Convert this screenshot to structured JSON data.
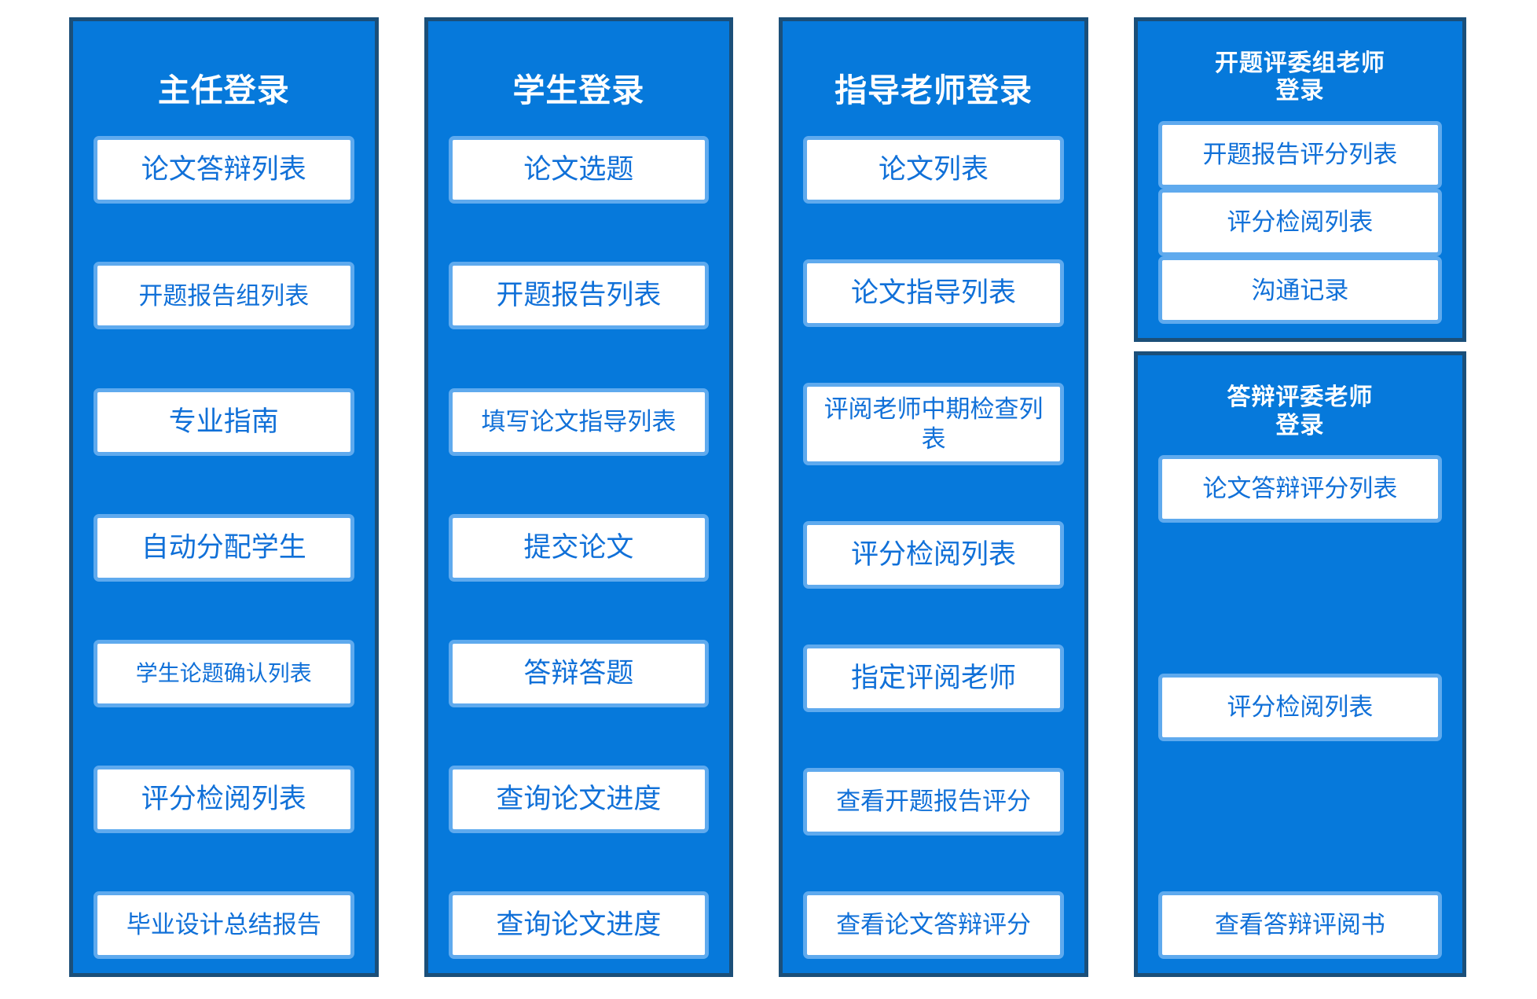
{
  "theme": {
    "panel_bg": "#0679DB",
    "panel_border": "#1B4F79",
    "item_bg": "#FFFFFF",
    "item_border": "#5FAAEE",
    "item_text": "#1070D8",
    "title_text": "#FFFFFF",
    "page_bg": "#FFFFFF"
  },
  "panels": [
    {
      "id": "director",
      "title": "主任登录",
      "items": [
        "论文答辩列表",
        "开题报告组列表",
        "专业指南",
        "自动分配学生",
        "学生论题确认列表",
        "评分检阅列表",
        "毕业设计总结报告"
      ]
    },
    {
      "id": "student",
      "title": "学生登录",
      "items": [
        "论文选题",
        "开题报告列表",
        "填写论文指导列表",
        "提交论文",
        "答辩答题",
        "查询论文进度",
        "查询论文进度"
      ]
    },
    {
      "id": "advisor",
      "title": "指导老师登录",
      "items": [
        "论文列表",
        "论文指导列表",
        "评阅老师中期检查列表",
        "评分检阅列表",
        "指定评阅老师",
        "查看开题报告评分",
        "查看论文答辩评分"
      ]
    },
    {
      "id": "opening-review-committee",
      "title": "开题评委组老师\n登录",
      "items": [
        "开题报告评分列表",
        "评分检阅列表",
        "沟通记录"
      ]
    },
    {
      "id": "defense-review-committee",
      "title": "答辩评委老师\n登录",
      "items": [
        "论文答辩评分列表",
        "评分检阅列表",
        "查看答辩评阅书"
      ]
    }
  ]
}
